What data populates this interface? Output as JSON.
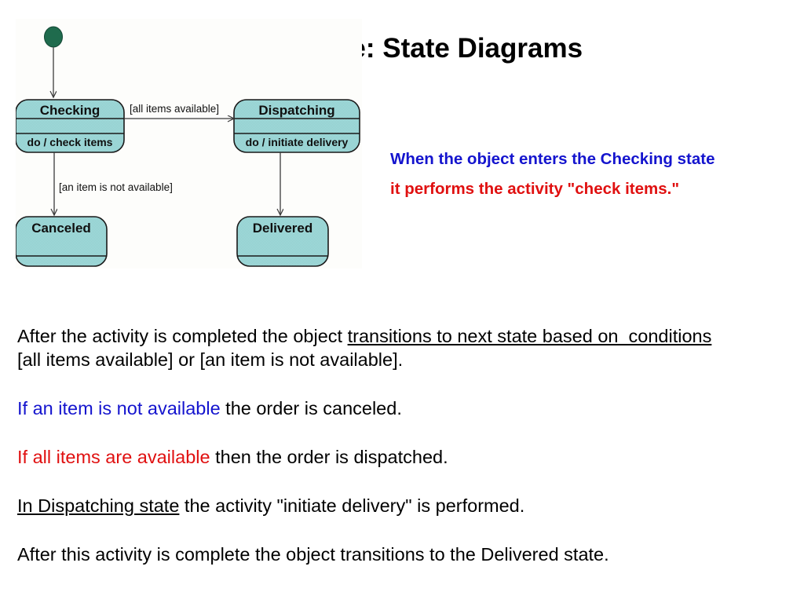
{
  "title": "Example: State Diagrams",
  "colors": {
    "state_fill": "#8CCCCC",
    "state_stroke": "#1a1a1a",
    "initial_node": "#1F6B4D",
    "blue_text": "#1414CE",
    "red_text": "#E01010",
    "black_text": "#000000",
    "diagram_background": "#fdfdfb"
  },
  "diagram": {
    "name": "order-processing-state-diagram",
    "initial_state": "initial-node",
    "states": [
      {
        "id": "checking",
        "name": "Checking",
        "activity": "do / check items"
      },
      {
        "id": "dispatching",
        "name": "Dispatching",
        "activity": "do / initiate delivery"
      },
      {
        "id": "canceled",
        "name": "Canceled",
        "activity": ""
      },
      {
        "id": "delivered",
        "name": "Delivered",
        "activity": ""
      }
    ],
    "transitions": [
      {
        "from": "initial-node",
        "to": "checking",
        "guard": ""
      },
      {
        "from": "checking",
        "to": "dispatching",
        "guard": "[all items available]"
      },
      {
        "from": "checking",
        "to": "canceled",
        "guard": "[an item is not available]"
      },
      {
        "from": "dispatching",
        "to": "delivered",
        "guard": ""
      }
    ]
  },
  "callout": {
    "line1": "When the object enters the Checking state",
    "line2": "it performs the activity \"check items.\""
  },
  "body": {
    "p1_a": "After the activity is completed the object ",
    "p1_underlined": "transitions to next state based on  conditions",
    "p1_b": "\n[all items available] or [an item is not available].",
    "p2_colored": "If an item is not available",
    "p2_rest": " the order is canceled.",
    "p3_colored": "If all items are available",
    "p3_rest": " then the order is dispatched.",
    "p4_underlined": "In Dispatching state",
    "p4_rest": " the activity \"initiate delivery\" is performed.",
    "p5": "After this activity is complete the object transitions to the Delivered state."
  }
}
